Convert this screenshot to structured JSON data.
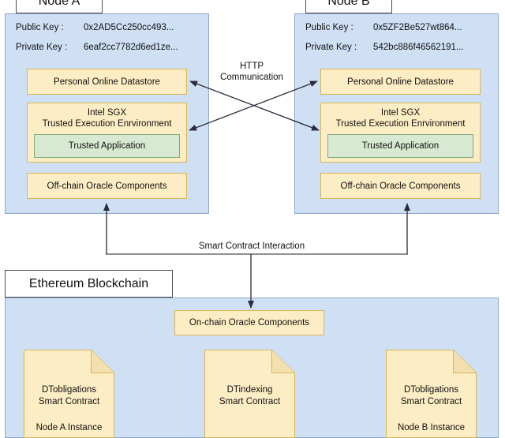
{
  "diagram": {
    "title_node_a": "Node A",
    "title_node_b": "Node B",
    "title_blockchain": "Ethereum Blockchain",
    "label_http": "HTTP",
    "label_http2": "Communication",
    "label_smart_contract_interaction": "Smart Contract Interaction"
  },
  "node_a": {
    "name": "Node A",
    "public_key_label": "Public Key  :",
    "public_key_value": "0x2AD5Cc250cc493...",
    "private_key_label": "Private Key :",
    "private_key_value": "6eaf2cc7782d6ed1ze...",
    "datastore": "Personal Online Datastore",
    "sgx_line1": "Intel SGX",
    "sgx_line2": "Trusted Execution Enrvironment",
    "trusted_app": "Trusted Application",
    "offchain": "Off-chain Oracle Components"
  },
  "node_b": {
    "name": "Node B",
    "public_key_label": "Public Key  :",
    "public_key_value": "0x5ZF2Be527wt864...",
    "private_key_label": "Private Key :",
    "private_key_value": "542bc886f46562191...",
    "datastore": "Personal Online Datastore",
    "sgx_line1": "Intel SGX",
    "sgx_line2": "Trusted Execution Enrvironment",
    "trusted_app": "Trusted Application",
    "offchain": "Off-chain Oracle Components"
  },
  "blockchain": {
    "name": "Ethereum Blockchain",
    "onchain": "On-chain Oracle Components",
    "contracts": [
      {
        "line1": "DTobligations",
        "line2": "Smart Contract",
        "line3": "Node A Instance"
      },
      {
        "line1": "DTindexing",
        "line2": "Smart Contract",
        "line3": ""
      },
      {
        "line1": "DTobligations",
        "line2": "Smart Contract",
        "line3": "Node B Instance"
      }
    ]
  },
  "colors": {
    "panel_fill": "#cfe0f5",
    "panel_stroke": "#8fa8c8",
    "box_fill": "#fdedc4",
    "box_stroke": "#d6b656",
    "green_fill": "#d8e9d2",
    "green_stroke": "#7fa97a",
    "arrow": "#2b2b3a",
    "title_stroke": "#4d4d4d"
  }
}
